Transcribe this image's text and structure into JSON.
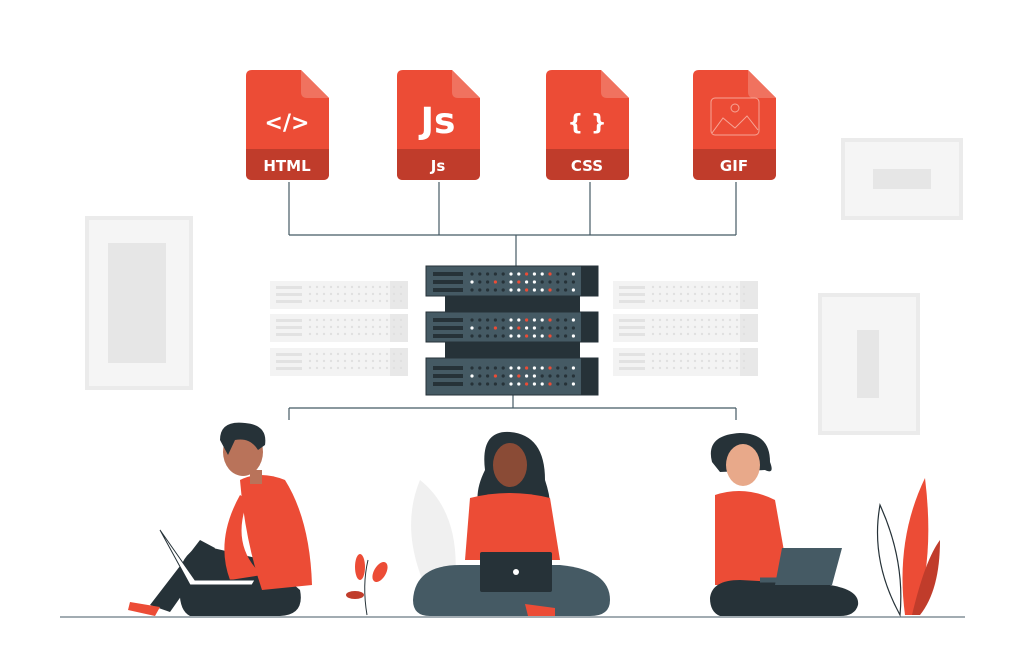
{
  "files": [
    {
      "label": "HTML",
      "glyph": "</>",
      "icon": "code-icon"
    },
    {
      "label": "Js",
      "glyph": "Js",
      "icon": "js-icon"
    },
    {
      "label": "CSS",
      "glyph": "{ }",
      "icon": "braces-icon"
    },
    {
      "label": "GIF",
      "glyph": "",
      "icon": "image-icon"
    }
  ],
  "colors": {
    "accent": "#ec4c36",
    "accent_dark": "#c03c2b",
    "fold": "#f0725f",
    "server": "#455a64",
    "server_dark": "#263238",
    "ghost": "#ebebeb"
  }
}
